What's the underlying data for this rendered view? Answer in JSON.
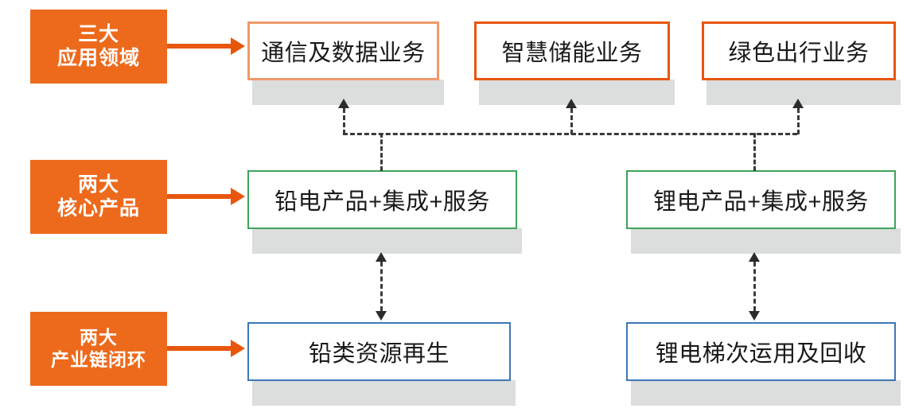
{
  "diagram": {
    "title": "三大应用领域 / 两大核心产品 / 两大产业链闭环",
    "colors": {
      "label_orange": "#ED6A1C",
      "arrow_orange": "#E8560C",
      "border_orange_light": "#F09A6A",
      "border_orange_strong": "#E8560C",
      "border_green": "#3DA35D",
      "border_blue": "#3E77B8",
      "shadow_grey": "#DCDDDD",
      "connector_dark": "#3A3A3A"
    },
    "rows": [
      {
        "label": {
          "line1": "三大",
          "line2": "应用领域"
        },
        "nodes": [
          {
            "text": "通信及数据业务"
          },
          {
            "text": "智慧储能业务"
          },
          {
            "text": "绿色出行业务"
          }
        ]
      },
      {
        "label": {
          "line1": "两大",
          "line2": "核心产品"
        },
        "nodes": [
          {
            "text": "铅电产品+集成+服务"
          },
          {
            "text": "锂电产品+集成+服务"
          }
        ]
      },
      {
        "label": {
          "line1": "两大",
          "line2": "产业链闭环"
        },
        "nodes": [
          {
            "text": "铅类资源再生"
          },
          {
            "text": "锂电梯次运用及回收"
          }
        ]
      }
    ]
  }
}
